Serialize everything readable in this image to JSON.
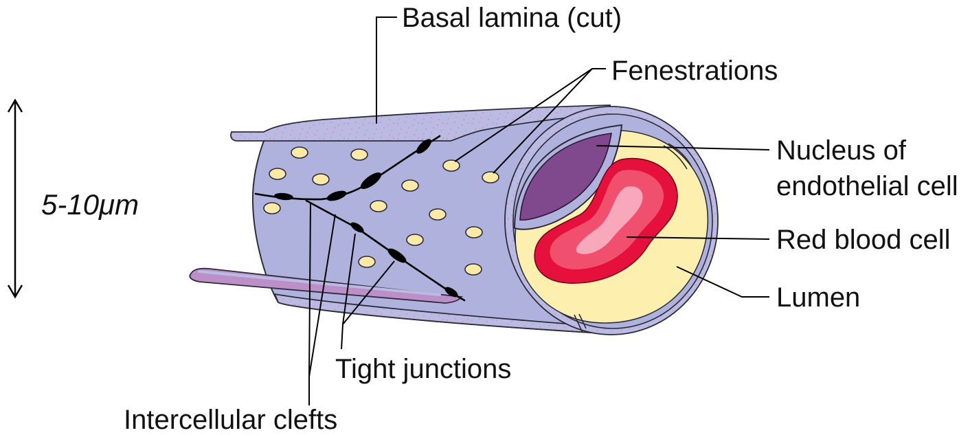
{
  "diagram": {
    "scale_label": "5-10μm",
    "labels": {
      "basal_lamina": "Basal lamina (cut)",
      "fenestrations": "Fenestrations",
      "nucleus_line1": "Nucleus of",
      "nucleus_line2": "endothelial cell",
      "red_blood_cell": "Red blood cell",
      "lumen": "Lumen",
      "tight_junctions": "Tight junctions",
      "intercellular_clefts": "Intercellular clefts"
    },
    "colors": {
      "capillary_wall": "#aeb2dc",
      "basal_lamina": "#b9bbe2",
      "speckle": "#d98cbf",
      "basal_lamina_flap": "#bd8fc9",
      "fenestration": "#fbe9a6",
      "lumen": "#fdefae",
      "nucleus": "#80498e",
      "red_blood_cell": "#e6103c",
      "red_blood_cell_mid": "#f0506e",
      "red_blood_cell_light": "#f7a9bb",
      "outline": "#2b2b3a"
    }
  }
}
